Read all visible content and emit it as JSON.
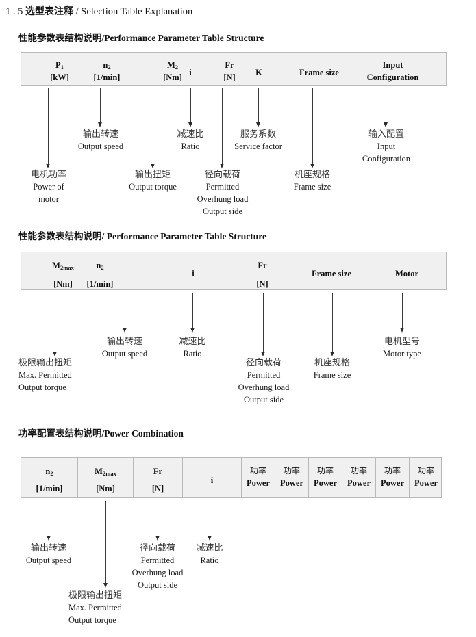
{
  "document": {
    "section_number": "1 . 5",
    "title_cn": "选型表注释",
    "separator": "/",
    "title_en": "Selection Table Explanation"
  },
  "sections": [
    {
      "heading_cn": "性能参数表结构说明",
      "heading_sep": "/",
      "heading_en": "Performance Parameter Table Structure",
      "table": {
        "columns": [
          {
            "symbol": "P",
            "sub": "1",
            "unit": "[kW]"
          },
          {
            "symbol": "n",
            "sub": "2",
            "unit": "[1/min]"
          },
          {
            "symbol": "M",
            "sub": "2",
            "unit": "[Nm]"
          },
          {
            "symbol": "i",
            "sub": "",
            "unit": ""
          },
          {
            "symbol": "Fr",
            "sub": "",
            "unit": "[N]"
          },
          {
            "symbol": "K",
            "sub": "",
            "unit": ""
          },
          {
            "symbol": "Frame size",
            "sub": "",
            "unit": ""
          },
          {
            "symbol": "Input",
            "sub": "",
            "unit": "Configuration"
          }
        ]
      },
      "annotations": [
        {
          "cn": "电机功率",
          "en": [
            "Power of",
            "motor"
          ]
        },
        {
          "cn": "输出转速",
          "en": [
            "Output speed"
          ]
        },
        {
          "cn": "输出扭矩",
          "en": [
            "Output torque"
          ]
        },
        {
          "cn": "减速比",
          "en": [
            "Ratio"
          ]
        },
        {
          "cn": "径向载荷",
          "en": [
            "Permitted",
            "Overhung load",
            "Output side"
          ]
        },
        {
          "cn": "服务系数",
          "en": [
            "Service factor"
          ]
        },
        {
          "cn": "机座规格",
          "en": [
            "Frame size"
          ]
        },
        {
          "cn": "输入配置",
          "en": [
            "Input",
            "Configuration"
          ]
        }
      ]
    },
    {
      "heading_cn": "性能参数表结构说明",
      "heading_sep": "/",
      "heading_en": "Performance Parameter Table Structure",
      "table": {
        "columns": [
          {
            "symbol": "M",
            "sub": "2max",
            "unit": "[Nm]"
          },
          {
            "symbol": "n",
            "sub": "2",
            "unit": "[1/min]"
          },
          {
            "symbol": "i",
            "sub": "",
            "unit": ""
          },
          {
            "symbol": "Fr",
            "sub": "",
            "unit": "[N]"
          },
          {
            "symbol": "Frame size",
            "sub": "",
            "unit": ""
          },
          {
            "symbol": "Motor",
            "sub": "",
            "unit": ""
          }
        ]
      },
      "annotations": [
        {
          "cn": "极限输出扭矩",
          "en": [
            "Max. Permitted",
            "Output  torque"
          ]
        },
        {
          "cn": "输出转速",
          "en": [
            "Output speed"
          ]
        },
        {
          "cn": "减速比",
          "en": [
            "Ratio"
          ]
        },
        {
          "cn": "径向载荷",
          "en": [
            "Permitted",
            "Overhung load",
            "Output side"
          ]
        },
        {
          "cn": "机座规格",
          "en": [
            "Frame size"
          ]
        },
        {
          "cn": "电机型号",
          "en": [
            "Motor type"
          ]
        }
      ]
    },
    {
      "heading_cn": "功率配置表结构说明",
      "heading_sep": "/",
      "heading_en": "Power Combination",
      "table": {
        "columns": [
          {
            "symbol": "n",
            "sub": "2",
            "unit": "[1/min]"
          },
          {
            "symbol": "M",
            "sub": "2max",
            "unit": "[Nm]"
          },
          {
            "symbol": "Fr",
            "sub": "",
            "unit": "[N]"
          },
          {
            "symbol": "i",
            "sub": "",
            "unit": ""
          },
          {
            "cn": "功率",
            "symbol": "",
            "sub": "",
            "unit": "Power"
          },
          {
            "cn": "功率",
            "symbol": "",
            "sub": "",
            "unit": "Power"
          },
          {
            "cn": "功率",
            "symbol": "",
            "sub": "",
            "unit": "Power"
          },
          {
            "cn": "功率",
            "symbol": "",
            "sub": "",
            "unit": "Power"
          },
          {
            "cn": "功率",
            "symbol": "",
            "sub": "",
            "unit": "Power"
          },
          {
            "cn": "功率",
            "symbol": "",
            "sub": "",
            "unit": "Power"
          }
        ]
      },
      "annotations": [
        {
          "cn": "输出转速",
          "en": [
            "Output speed"
          ]
        },
        {
          "cn": "极限输出扭矩",
          "en": [
            "Max. Permitted",
            "Output  torque"
          ]
        },
        {
          "cn": "径向载荷",
          "en": [
            "Permitted",
            "Overhung load",
            "Output side"
          ]
        },
        {
          "cn": "减速比",
          "en": [
            "Ratio"
          ]
        }
      ]
    }
  ],
  "colors": {
    "table_fill": "#f0f0f0",
    "table_border": "#b9b9b9",
    "arrow": "#2b2b2b",
    "text": "#1a1a1a"
  }
}
